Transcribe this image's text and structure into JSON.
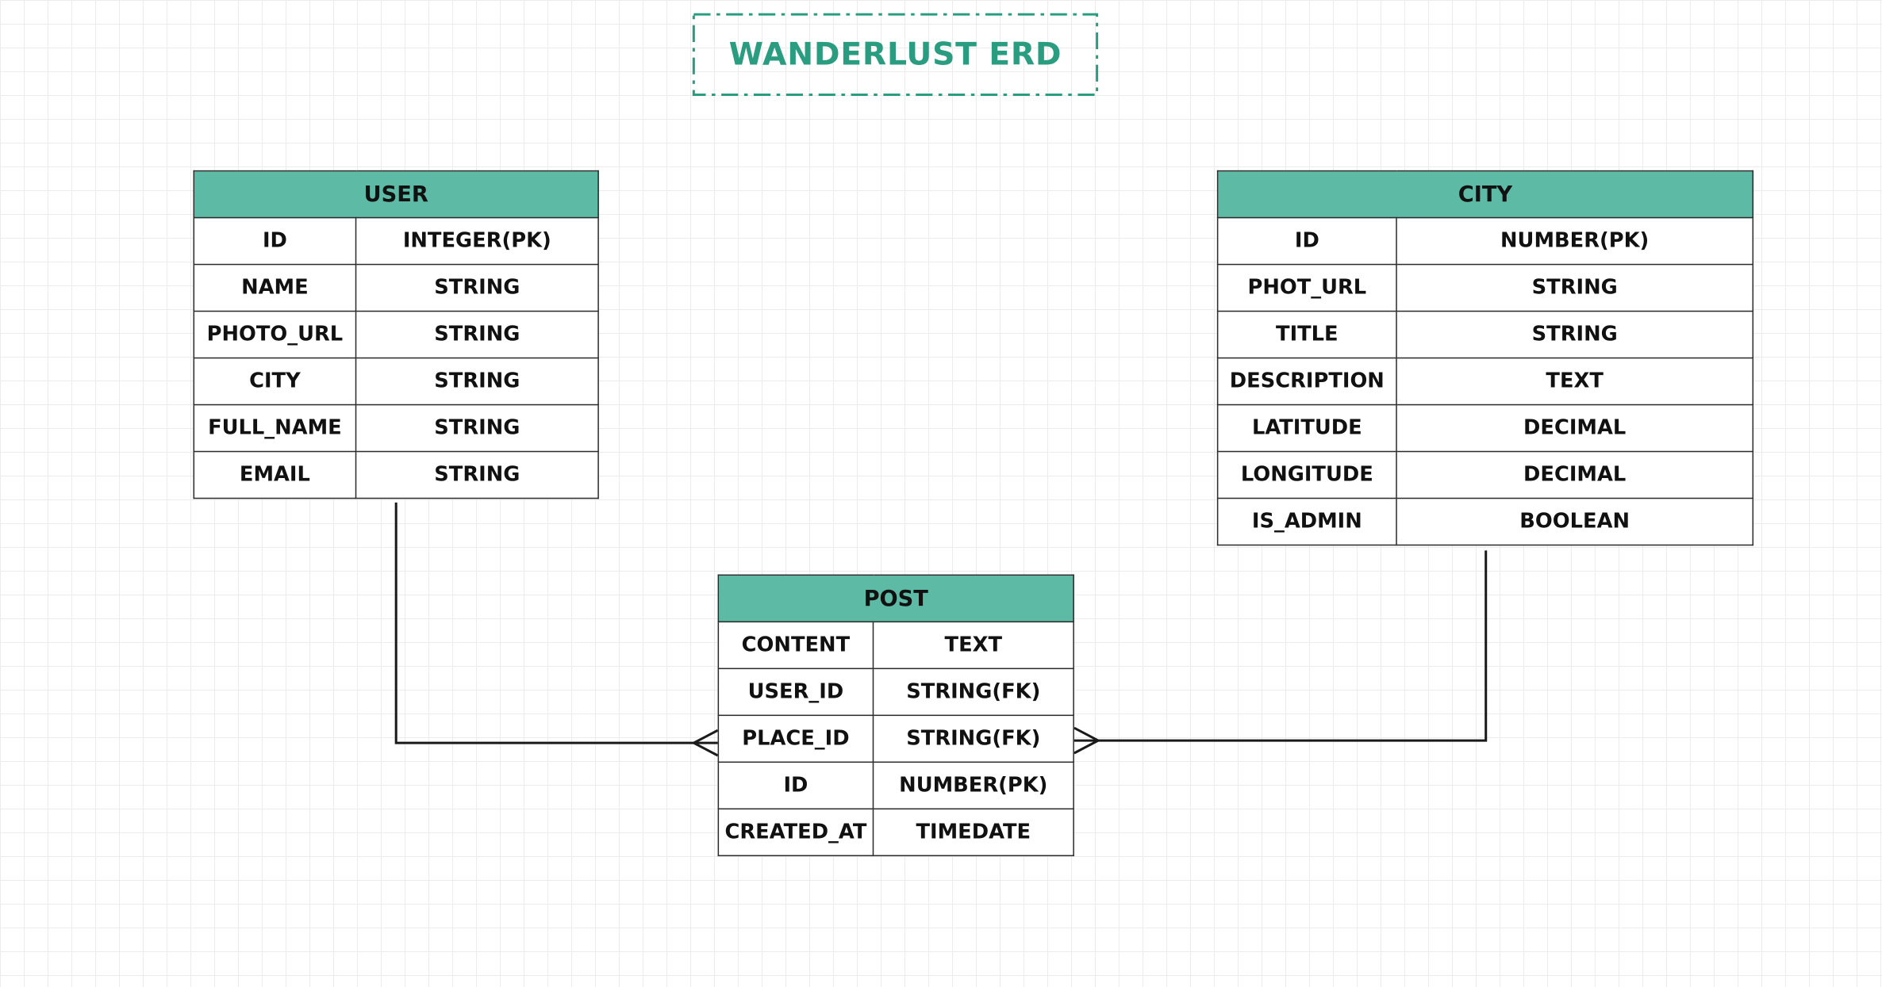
{
  "title": "WANDERLUST ERD",
  "colors": {
    "header_fill": "#5dbaa5",
    "title_color": "#2a9d80",
    "border": "#2b2b2b"
  },
  "entities": {
    "user": {
      "name": "USER",
      "rows": [
        {
          "field": "ID",
          "type": "INTEGER(PK)"
        },
        {
          "field": "NAME",
          "type": "STRING"
        },
        {
          "field": "PHOTO_URL",
          "type": "STRING"
        },
        {
          "field": "CITY",
          "type": "STRING"
        },
        {
          "field": "FULL_NAME",
          "type": "STRING"
        },
        {
          "field": "EMAIL",
          "type": "STRING"
        }
      ]
    },
    "city": {
      "name": "CITY",
      "rows": [
        {
          "field": "ID",
          "type": "NUMBER(PK)"
        },
        {
          "field": "PHOT_URL",
          "type": "STRING"
        },
        {
          "field": "TITLE",
          "type": "STRING"
        },
        {
          "field": "DESCRIPTION",
          "type": "TEXT"
        },
        {
          "field": "LATITUDE",
          "type": "DECIMAL"
        },
        {
          "field": "LONGITUDE",
          "type": "DECIMAL"
        },
        {
          "field": "IS_ADMIN",
          "type": "BOOLEAN"
        }
      ]
    },
    "post": {
      "name": "POST",
      "rows": [
        {
          "field": "CONTENT",
          "type": "TEXT"
        },
        {
          "field": "USER_ID",
          "type": "STRING(FK)"
        },
        {
          "field": "PLACE_ID",
          "type": "STRING(FK)"
        },
        {
          "field": "ID",
          "type": "NUMBER(PK)"
        },
        {
          "field": "CREATED_AT",
          "type": "TIMEDATE"
        }
      ]
    }
  },
  "relationships": [
    {
      "from": "USER",
      "to": "POST",
      "cardinality": "one-to-many"
    },
    {
      "from": "CITY",
      "to": "POST",
      "cardinality": "one-to-many"
    }
  ]
}
